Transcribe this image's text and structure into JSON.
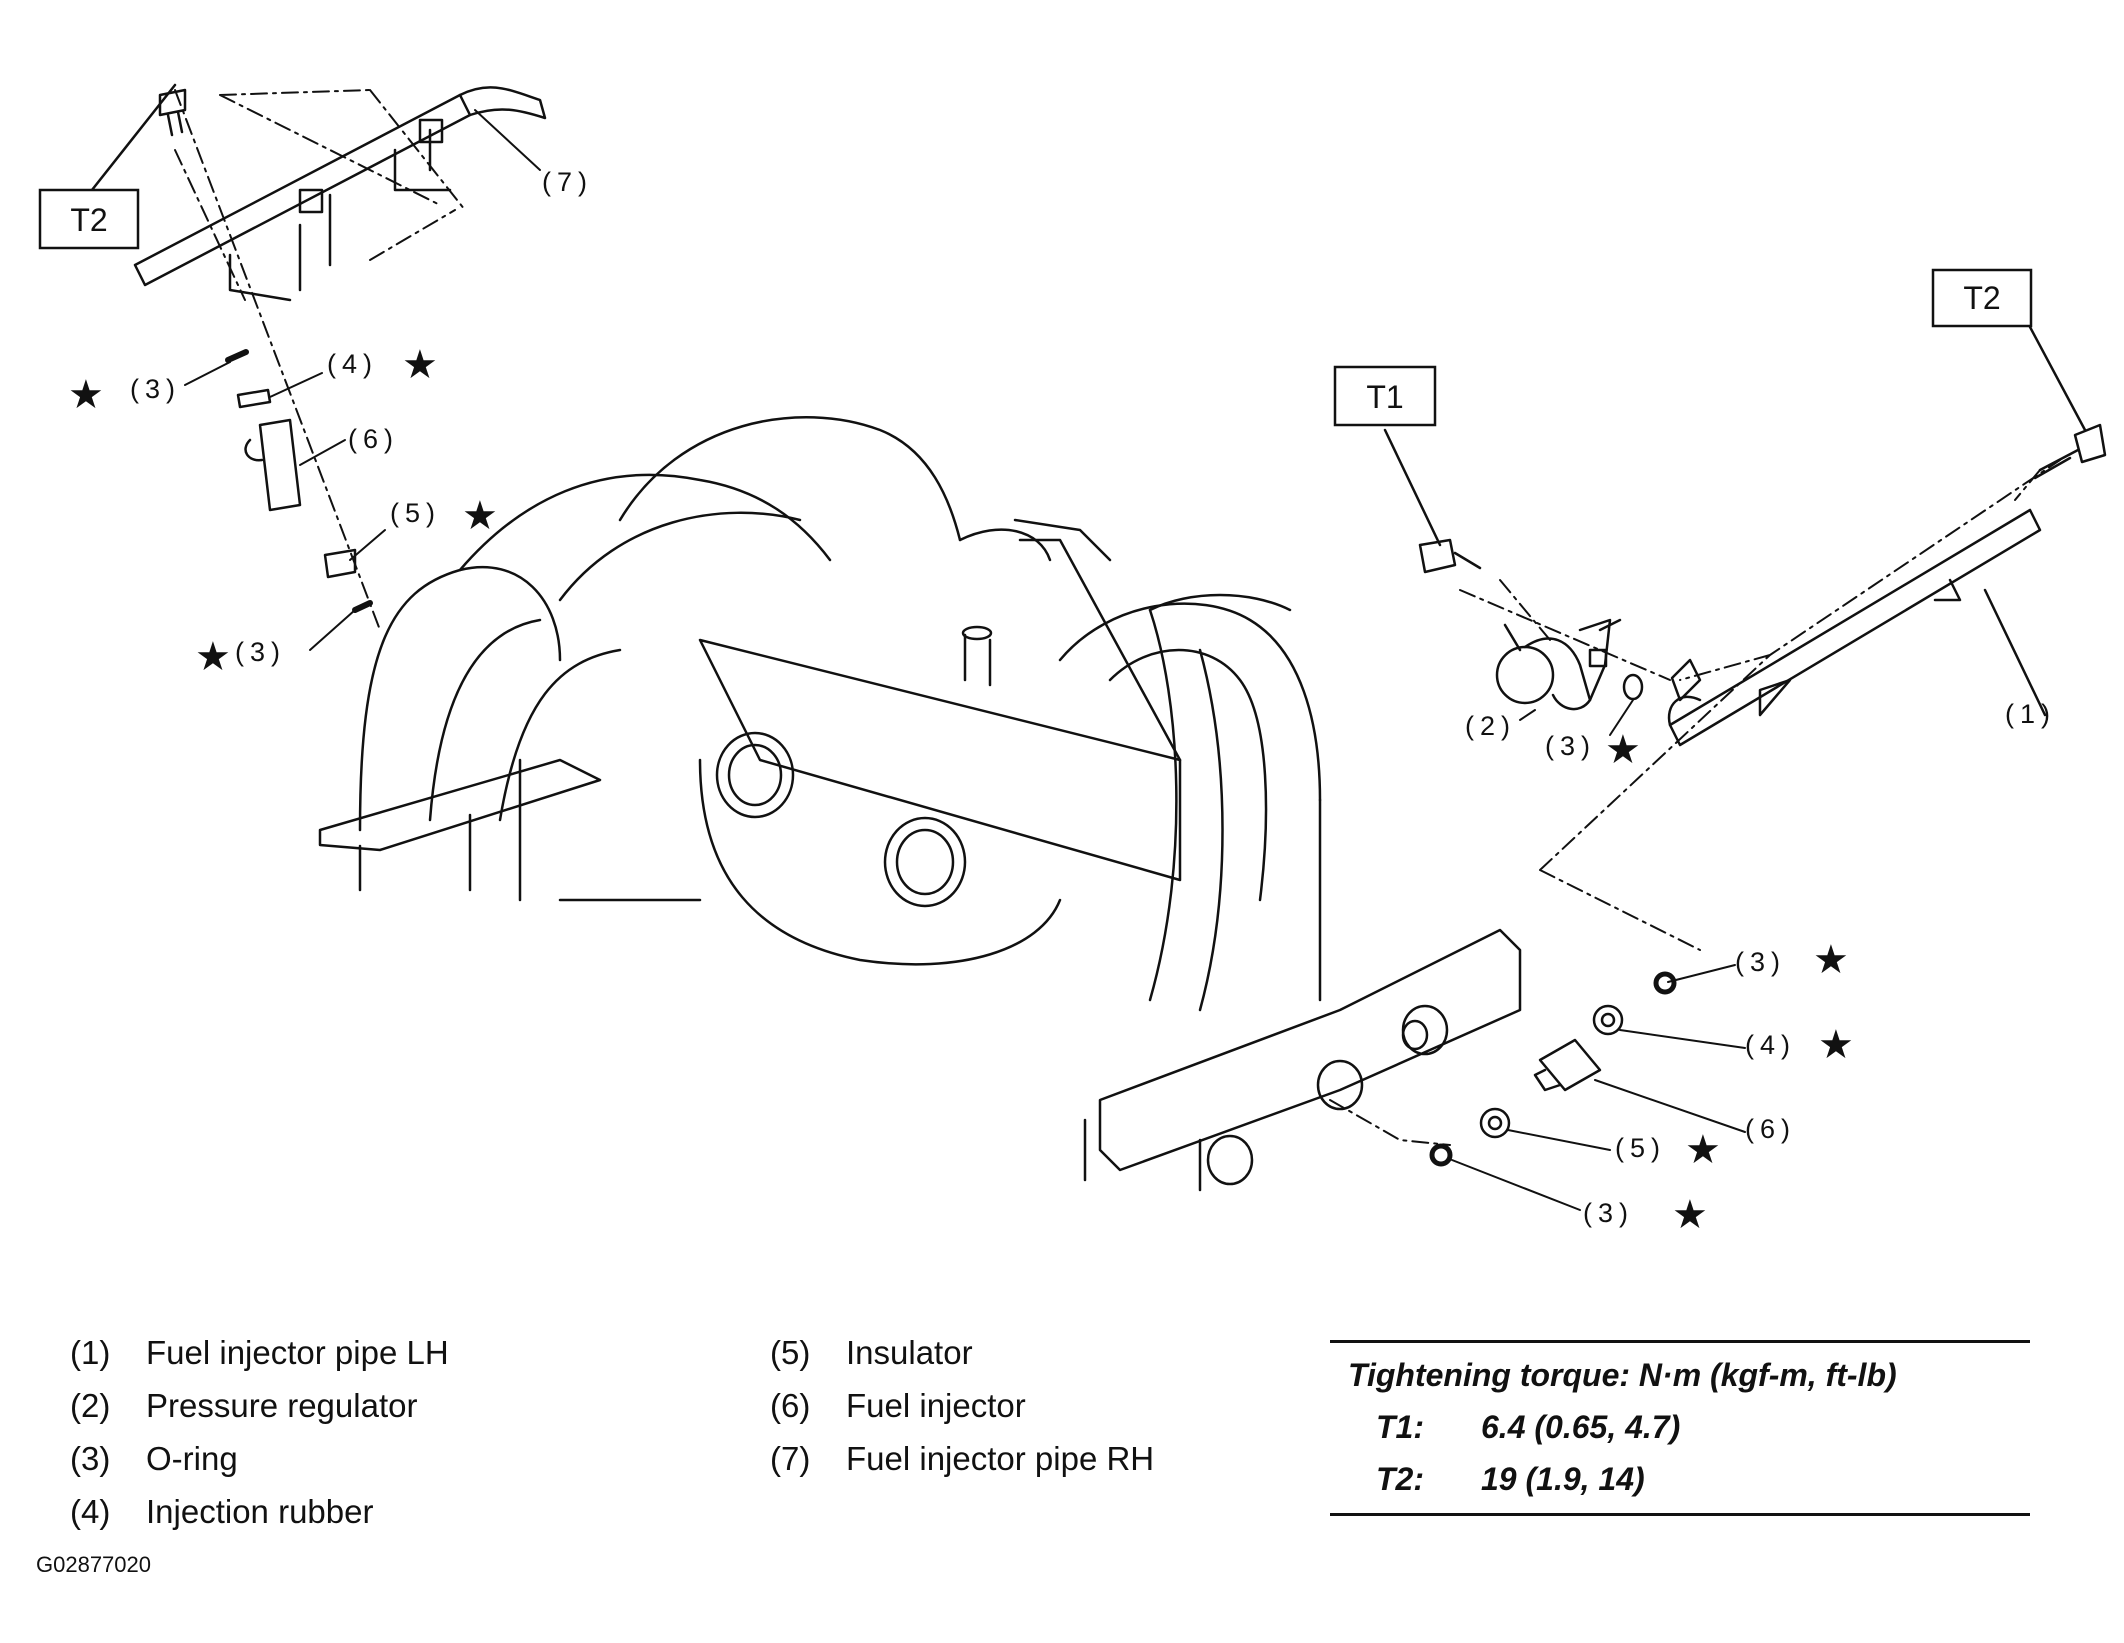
{
  "callouts": {
    "c7": "(7)",
    "c3a": "(3)",
    "c4a": "(4)",
    "c6a": "(6)",
    "c5a": "(5)",
    "c3b": "(3)",
    "c2": "(2)",
    "c3c": "(3)",
    "c1": "(1)",
    "c3d": "(3)",
    "c4b": "(4)",
    "c6b": "(6)",
    "c5b": "(5)",
    "c3e": "(3)"
  },
  "torque_boxes": {
    "t2_left": "T2",
    "t1": "T1",
    "t2_right": "T2"
  },
  "legend": {
    "left": [
      {
        "num": "(1)",
        "name": "Fuel injector pipe LH"
      },
      {
        "num": "(2)",
        "name": "Pressure regulator"
      },
      {
        "num": "(3)",
        "name": "O-ring"
      },
      {
        "num": "(4)",
        "name": "Injection rubber"
      }
    ],
    "mid": [
      {
        "num": "(5)",
        "name": "Insulator"
      },
      {
        "num": "(6)",
        "name": "Fuel injector"
      },
      {
        "num": "(7)",
        "name": "Fuel injector pipe RH"
      }
    ]
  },
  "torque_table": {
    "heading": "Tightening torque: N·m (kgf-m, ft-lb)",
    "rows": [
      {
        "key": "T1:",
        "value": "6.4 (0.65, 4.7)"
      },
      {
        "key": "T2:",
        "value": "19 (1.9, 14)"
      }
    ]
  },
  "figure_id": "G02877020",
  "star_glyph": "★"
}
